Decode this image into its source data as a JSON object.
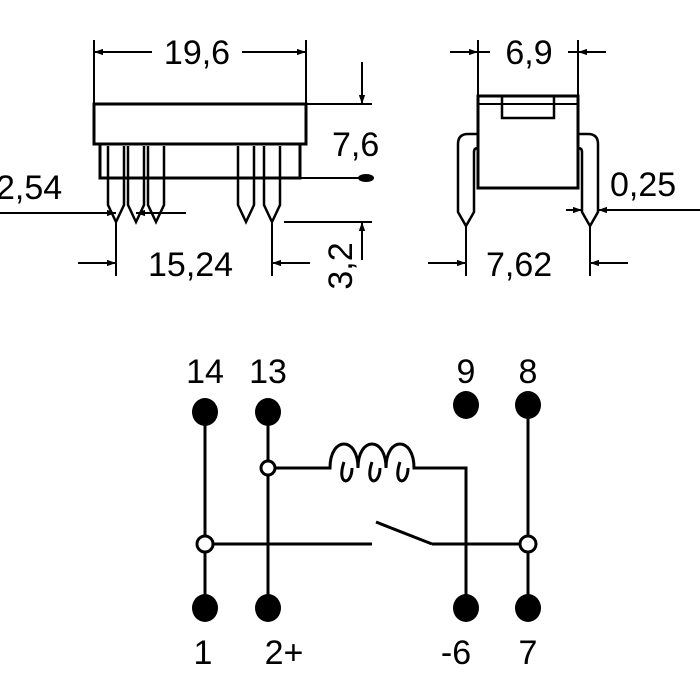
{
  "dimensions": {
    "length": "19,6",
    "width": "6,9",
    "height": "7,6",
    "pin_pitch": "2,54",
    "pin_span": "15,24",
    "pin_length": "3,2",
    "pin_thickness": "0,25",
    "row_spacing": "7,62"
  },
  "pins": {
    "top": [
      "14",
      "13",
      "9",
      "8"
    ],
    "bottom": [
      "1",
      "2+",
      "-6",
      "7"
    ]
  }
}
